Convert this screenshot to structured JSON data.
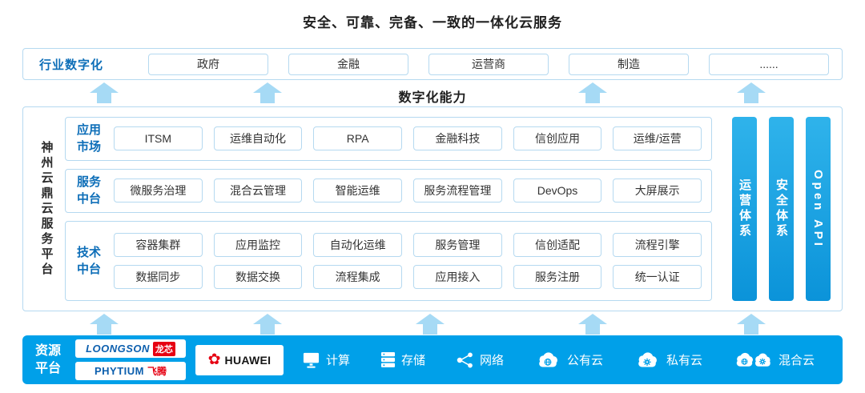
{
  "title": "安全、可靠、完备、一致的一体化云服务",
  "industry": {
    "label": "行业数字化",
    "items": [
      "政府",
      "金融",
      "运营商",
      "制造",
      "......"
    ]
  },
  "capability_label": "数字化能力",
  "platform": {
    "name": "神州云鼎云服务平台",
    "sections": [
      {
        "label": "应用市场",
        "rows": [
          [
            "ITSM",
            "运维自动化",
            "RPA",
            "金融科技",
            "信创应用",
            "运维/运营"
          ]
        ]
      },
      {
        "label": "服务中台",
        "rows": [
          [
            "微服务治理",
            "混合云管理",
            "智能运维",
            "服务流程管理",
            "DevOps",
            "大屏展示"
          ]
        ]
      },
      {
        "label": "技术中台",
        "rows": [
          [
            "容器集群",
            "应用监控",
            "自动化运维",
            "服务管理",
            "信创适配",
            "流程引擎"
          ],
          [
            "数据同步",
            "数据交换",
            "流程集成",
            "应用接入",
            "服务注册",
            "统一认证"
          ]
        ]
      }
    ],
    "pillars": [
      "运营体系",
      "安全体系",
      "Open API"
    ]
  },
  "resources": {
    "label": "资源平台",
    "logos": {
      "loongson": {
        "en": "LOONGSON",
        "zh": "龙芯"
      },
      "phytium": {
        "en": "PHYTIUM",
        "zh": "飞腾"
      },
      "huawei": {
        "text": "HUAWEI",
        "icon": "huawei-flower-icon"
      }
    },
    "items": [
      {
        "icon": "compute-icon",
        "label": "计算"
      },
      {
        "icon": "storage-icon",
        "label": "存储"
      },
      {
        "icon": "network-icon",
        "label": "网络"
      },
      {
        "icon": "public-cloud-icon",
        "label": "公有云"
      },
      {
        "icon": "private-cloud-icon",
        "label": "私有云"
      },
      {
        "icon": "hybrid-cloud-icon",
        "label": "混合云"
      }
    ]
  },
  "colors": {
    "primary_blue": "#00a0e9",
    "label_blue": "#0d6eb8",
    "box_border_blue": "#b5d9f0",
    "arrow_blue": "#a6daf5",
    "logo_red": "#e60012",
    "text_dark": "#333333"
  }
}
